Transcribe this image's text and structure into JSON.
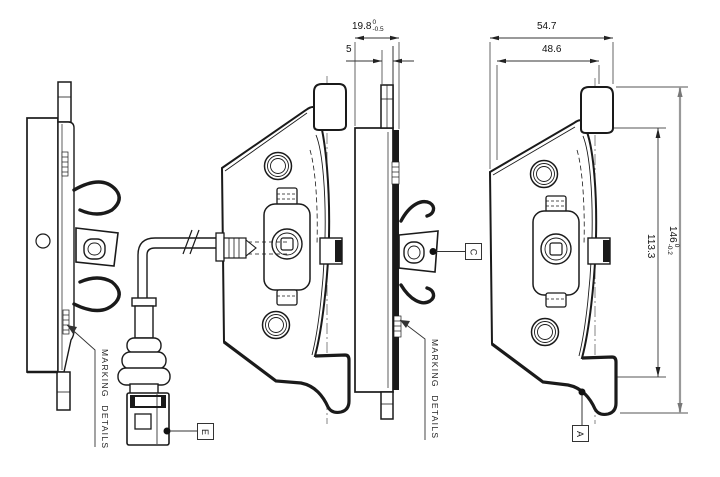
{
  "drawing": {
    "dims": {
      "thickness": {
        "value": "19.8",
        "tol_upper": "0",
        "tol_lower": "-0.5"
      },
      "backplate": {
        "value": "5"
      },
      "width_total": {
        "value": "54.7"
      },
      "width_pad": {
        "value": "48.6"
      },
      "height_pad": {
        "value": "113.3"
      },
      "height_total": {
        "value": "146",
        "tol_upper": "0",
        "tol_lower": "-0.2"
      }
    },
    "labels": {
      "marking_left": "MARKING DETAILS",
      "marking_right": "MARKING DETAILS",
      "ref_e": "E",
      "ref_c": "C",
      "ref_a": "A"
    }
  }
}
